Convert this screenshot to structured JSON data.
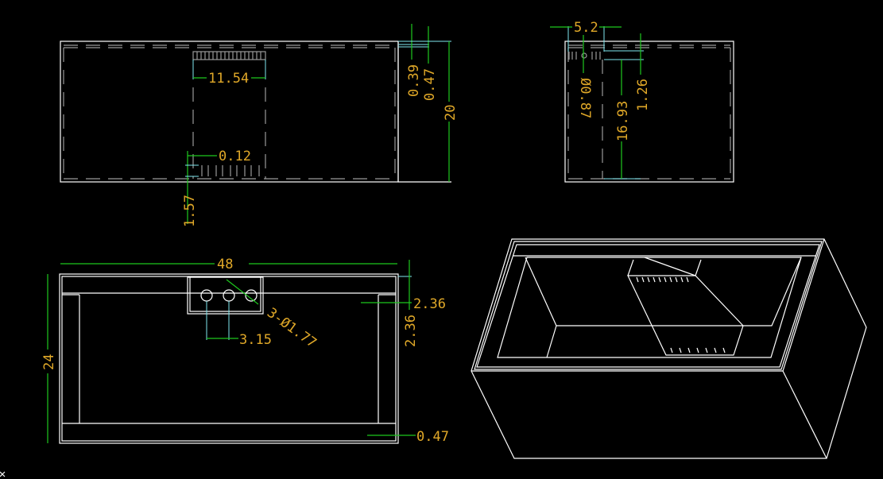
{
  "drawing": {
    "front_view": {
      "width_inner_pattern": "11.54",
      "pin_gap": "0.12",
      "pin_height": "1.57",
      "wall_top": "0.39",
      "wall_top2": "0.47",
      "height": "20"
    },
    "side_view": {
      "module_width": "5.2",
      "hole_dia": "Ø0.87",
      "inner_height": "16.93",
      "offset": "1.26"
    },
    "top_view": {
      "length": "48",
      "depth": "24",
      "rim": "2.36",
      "rim_vertical": "2.36",
      "hole_pitch": "3.15",
      "holes": "3-Ø1.77",
      "wall": "0.47"
    }
  },
  "colors": {
    "background": "#000000",
    "geometry": "#ffffff",
    "dimension": "#1ec81e",
    "text": "#e0a828"
  }
}
